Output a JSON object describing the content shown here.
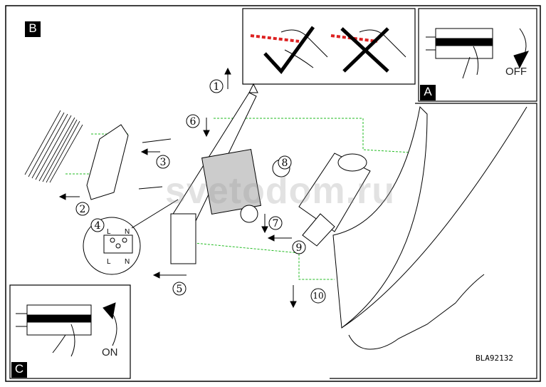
{
  "panels": {
    "b_label": "B",
    "a_label": "A",
    "c_label": "C",
    "a_text": "OFF",
    "c_text": "ON"
  },
  "steps": [
    "1",
    "2",
    "3",
    "4",
    "5",
    "6",
    "7",
    "8",
    "9",
    "10"
  ],
  "terminal": {
    "left": "L",
    "right": "N",
    "left2": "L",
    "right2": "N"
  },
  "code": "BLA92132",
  "watermark": "svetodom.ru",
  "colors": {
    "line": "#000000",
    "guide": "#22bb22",
    "marker": "#dd2222"
  }
}
